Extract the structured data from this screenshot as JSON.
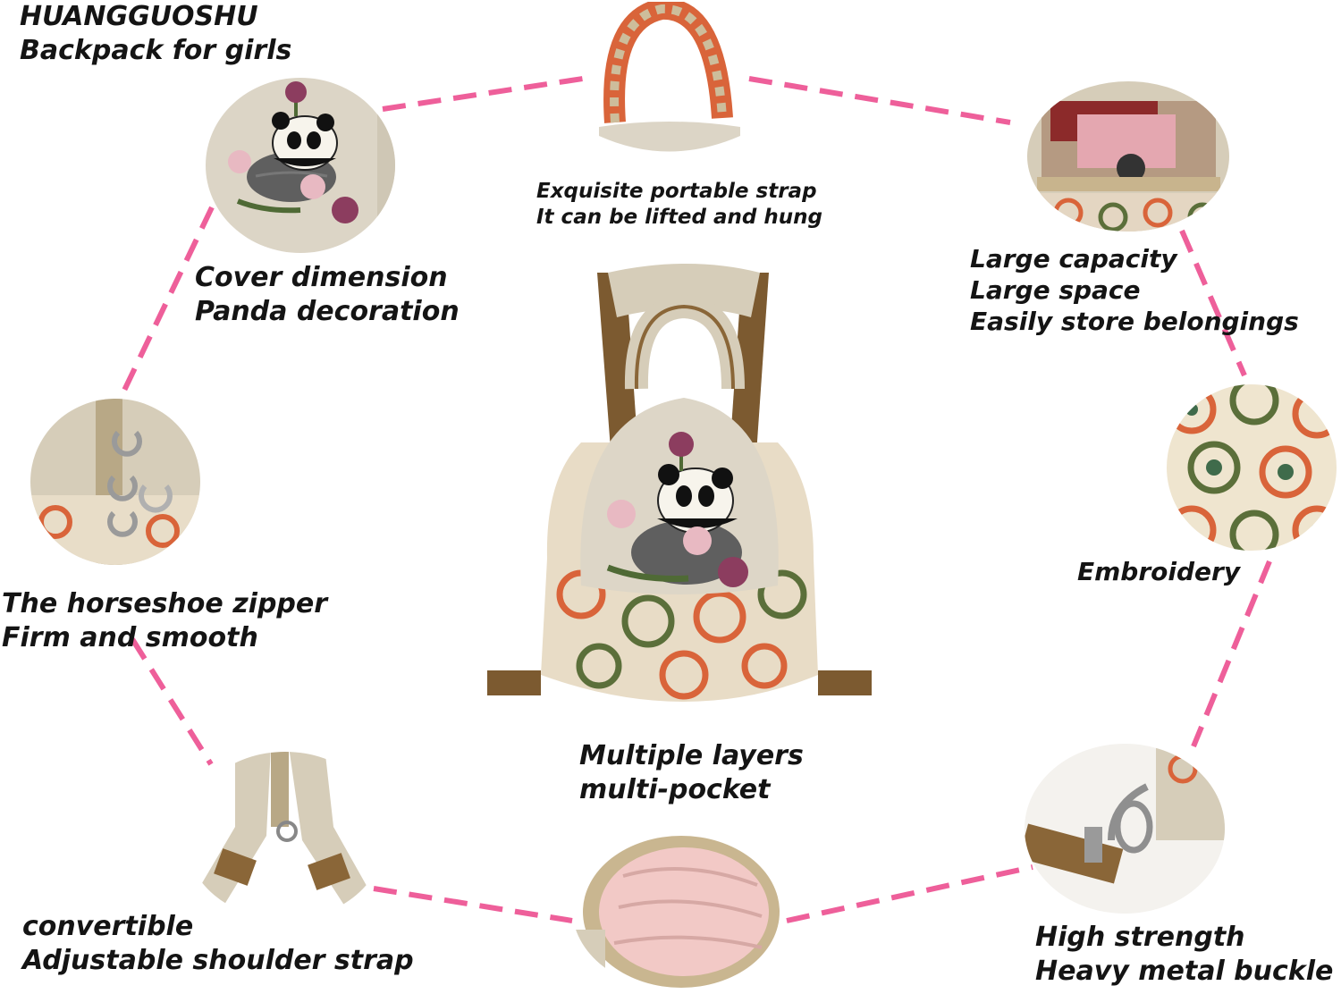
{
  "brand": {
    "name": "HUANGGUOSHU",
    "tagline": "Backpack for girls"
  },
  "colors": {
    "connector": "#ee5f9a",
    "linen": "#ddd6c7",
    "linen_dark": "#c9c0ae",
    "strap_brown": "#8a6638",
    "embroidery_orange": "#d9643a",
    "embroidery_green": "#5b6f3a",
    "flower_pink": "#e8b9c2",
    "flower_purple": "#8c3d5f",
    "panda_rock": "#6a6a6a",
    "lining_pink": "#f2c9c6"
  },
  "features": [
    {
      "id": "cover",
      "icon": "panda-cover-icon",
      "lines": [
        "Cover dimension",
        "Panda decoration"
      ]
    },
    {
      "id": "strap",
      "icon": "portable-strap-icon",
      "lines": [
        "Exquisite portable strap",
        "It can be lifted and hung"
      ]
    },
    {
      "id": "capacity",
      "icon": "open-compartment-icon",
      "lines": [
        "Large capacity",
        "Large space",
        "Easily store belongings"
      ]
    },
    {
      "id": "embroidery",
      "icon": "embroidery-pattern-icon",
      "lines": [
        "Embroidery"
      ]
    },
    {
      "id": "zipper",
      "icon": "horseshoe-zipper-icon",
      "lines": [
        "The horseshoe zipper",
        "Firm and smooth"
      ]
    },
    {
      "id": "shoulder",
      "icon": "shoulder-strap-icon",
      "lines": [
        "convertible",
        "Adjustable shoulder strap"
      ]
    },
    {
      "id": "pocket",
      "icon": "inner-pocket-icon",
      "lines": [
        "Multiple layers",
        "multi-pocket"
      ]
    },
    {
      "id": "buckle",
      "icon": "metal-buckle-icon",
      "lines": [
        "High strength",
        "Heavy metal buckle"
      ]
    }
  ]
}
